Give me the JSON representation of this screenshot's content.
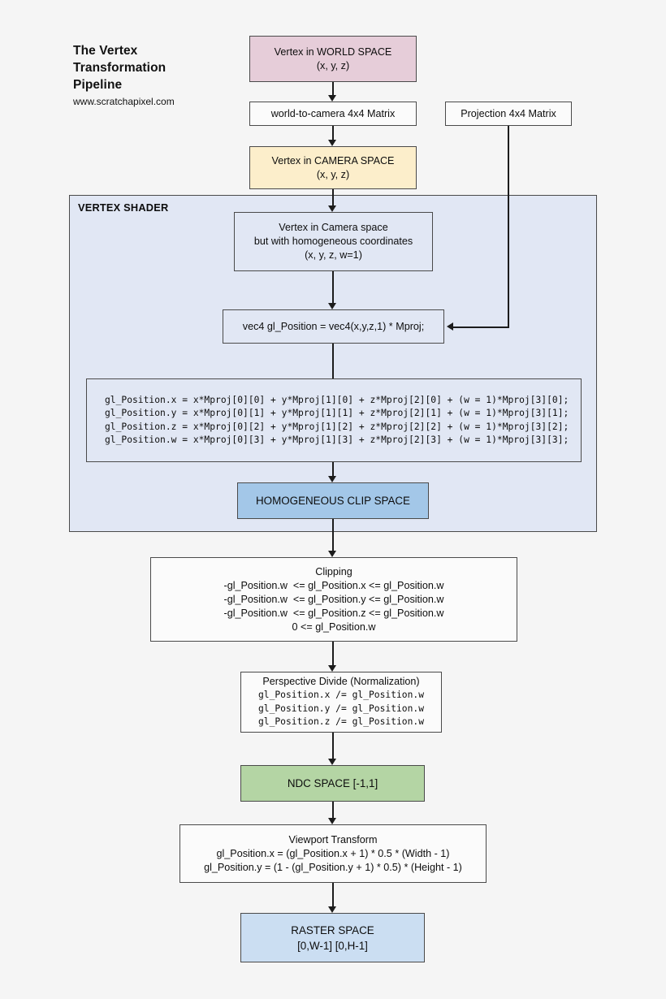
{
  "title": {
    "line1": "The Vertex",
    "line2": "Transformation",
    "line3": "Pipeline",
    "subtitle": "www.scratchapixel.com"
  },
  "panel": {
    "label": "VERTEX SHADER",
    "fill": "#e1e7f4"
  },
  "colors": {
    "world_space": "#e6cdd9",
    "camera_space": "#fceecb",
    "clip_space": "#a3c7e8",
    "ndc_space": "#b4d5a4",
    "raster_space": "#cbdef2",
    "plain": "#fbfbfb",
    "border": "#4a4a4a",
    "page_background": "#f5f5f5"
  },
  "nodes": {
    "world_space": {
      "line1": "Vertex in WORLD SPACE",
      "line2": "(x, y, z)"
    },
    "world_to_camera": {
      "line1": "world-to-camera 4x4 Matrix"
    },
    "camera_space": {
      "line1": "Vertex in CAMERA SPACE",
      "line2": "(x, y, z)"
    },
    "projection_matrix": {
      "line1": "Projection 4x4 Matrix"
    },
    "homogeneous_vertex": {
      "line1": "Vertex in Camera space",
      "line2": "but with homogeneous coordinates",
      "line3": "(x, y, z, w=1)"
    },
    "gl_position_assign": {
      "line1": "vec4 gl_Position = vec4(x,y,z,1) * Mproj;"
    },
    "matrix_expansion": {
      "line1": "gl_Position.x = x*Mproj[0][0] + y*Mproj[1][0] + z*Mproj[2][0] + (w = 1)*Mproj[3][0];",
      "line2": "gl_Position.y = x*Mproj[0][1] + y*Mproj[1][1] + z*Mproj[2][1] + (w = 1)*Mproj[3][1];",
      "line3": "gl_Position.z = x*Mproj[0][2] + y*Mproj[1][2] + z*Mproj[2][2] + (w = 1)*Mproj[3][2];",
      "line4": "gl_Position.w = x*Mproj[0][3] + y*Mproj[1][3] + z*Mproj[2][3] + (w = 1)*Mproj[3][3];"
    },
    "clip_space": {
      "line1": "HOMOGENEOUS CLIP SPACE"
    },
    "clipping": {
      "line1": "Clipping",
      "line2": "-gl_Position.w  <= gl_Position.x <= gl_Position.w",
      "line3": "-gl_Position.w  <= gl_Position.y <= gl_Position.w",
      "line4": "-gl_Position.w  <= gl_Position.z <= gl_Position.w",
      "line5": "0 <= gl_Position.w"
    },
    "perspective_divide": {
      "line1": "Perspective Divide (Normalization)",
      "line2": "gl_Position.x /= gl_Position.w",
      "line3": "gl_Position.y /= gl_Position.w",
      "line4": "gl_Position.z /= gl_Position.w"
    },
    "ndc_space": {
      "line1": "NDC SPACE [-1,1]"
    },
    "viewport_transform": {
      "line1": "Viewport Transform",
      "line2": "gl_Position.x = (gl_Position.x + 1) * 0.5 * (Width - 1)",
      "line3": "gl_Position.y = (1 - (gl_Position.y + 1) * 0.5) * (Height - 1)"
    },
    "raster_space": {
      "line1": "RASTER SPACE",
      "line2": "[0,W-1] [0,H-1]"
    }
  }
}
